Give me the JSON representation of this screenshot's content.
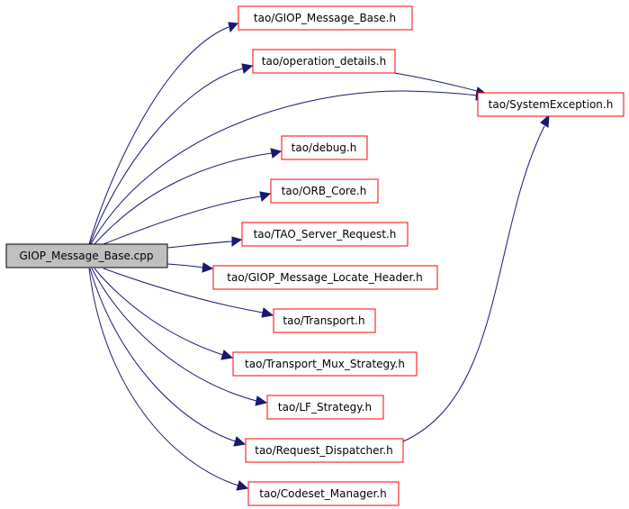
{
  "diagram": {
    "root": {
      "id": "root",
      "label": "GIOP_Message_Base.cpp"
    },
    "nodes": [
      {
        "id": "giop_base_h",
        "label": "tao/GIOP_Message_Base.h"
      },
      {
        "id": "operation_details",
        "label": "tao/operation_details.h"
      },
      {
        "id": "system_exception",
        "label": "tao/SystemException.h"
      },
      {
        "id": "debug",
        "label": "tao/debug.h"
      },
      {
        "id": "orb_core",
        "label": "tao/ORB_Core.h"
      },
      {
        "id": "server_request",
        "label": "tao/TAO_Server_Request.h"
      },
      {
        "id": "locate_header",
        "label": "tao/GIOP_Message_Locate_Header.h"
      },
      {
        "id": "transport",
        "label": "tao/Transport.h"
      },
      {
        "id": "mux_strategy",
        "label": "tao/Transport_Mux_Strategy.h"
      },
      {
        "id": "lf_strategy",
        "label": "tao/LF_Strategy.h"
      },
      {
        "id": "request_dispatcher",
        "label": "tao/Request_Dispatcher.h"
      },
      {
        "id": "codeset_manager",
        "label": "tao/Codeset_Manager.h"
      }
    ],
    "edges": [
      {
        "from": "root",
        "to": "giop_base_h"
      },
      {
        "from": "root",
        "to": "operation_details"
      },
      {
        "from": "root",
        "to": "system_exception"
      },
      {
        "from": "root",
        "to": "debug"
      },
      {
        "from": "root",
        "to": "orb_core"
      },
      {
        "from": "root",
        "to": "server_request"
      },
      {
        "from": "root",
        "to": "locate_header"
      },
      {
        "from": "root",
        "to": "transport"
      },
      {
        "from": "root",
        "to": "mux_strategy"
      },
      {
        "from": "root",
        "to": "lf_strategy"
      },
      {
        "from": "root",
        "to": "request_dispatcher"
      },
      {
        "from": "root",
        "to": "codeset_manager"
      },
      {
        "from": "operation_details",
        "to": "system_exception"
      },
      {
        "from": "request_dispatcher",
        "to": "system_exception"
      }
    ],
    "colors": {
      "edge": "#191970",
      "node_border": "#ff0000",
      "root_fill": "#bfbfbf",
      "root_border": "#000000"
    }
  }
}
